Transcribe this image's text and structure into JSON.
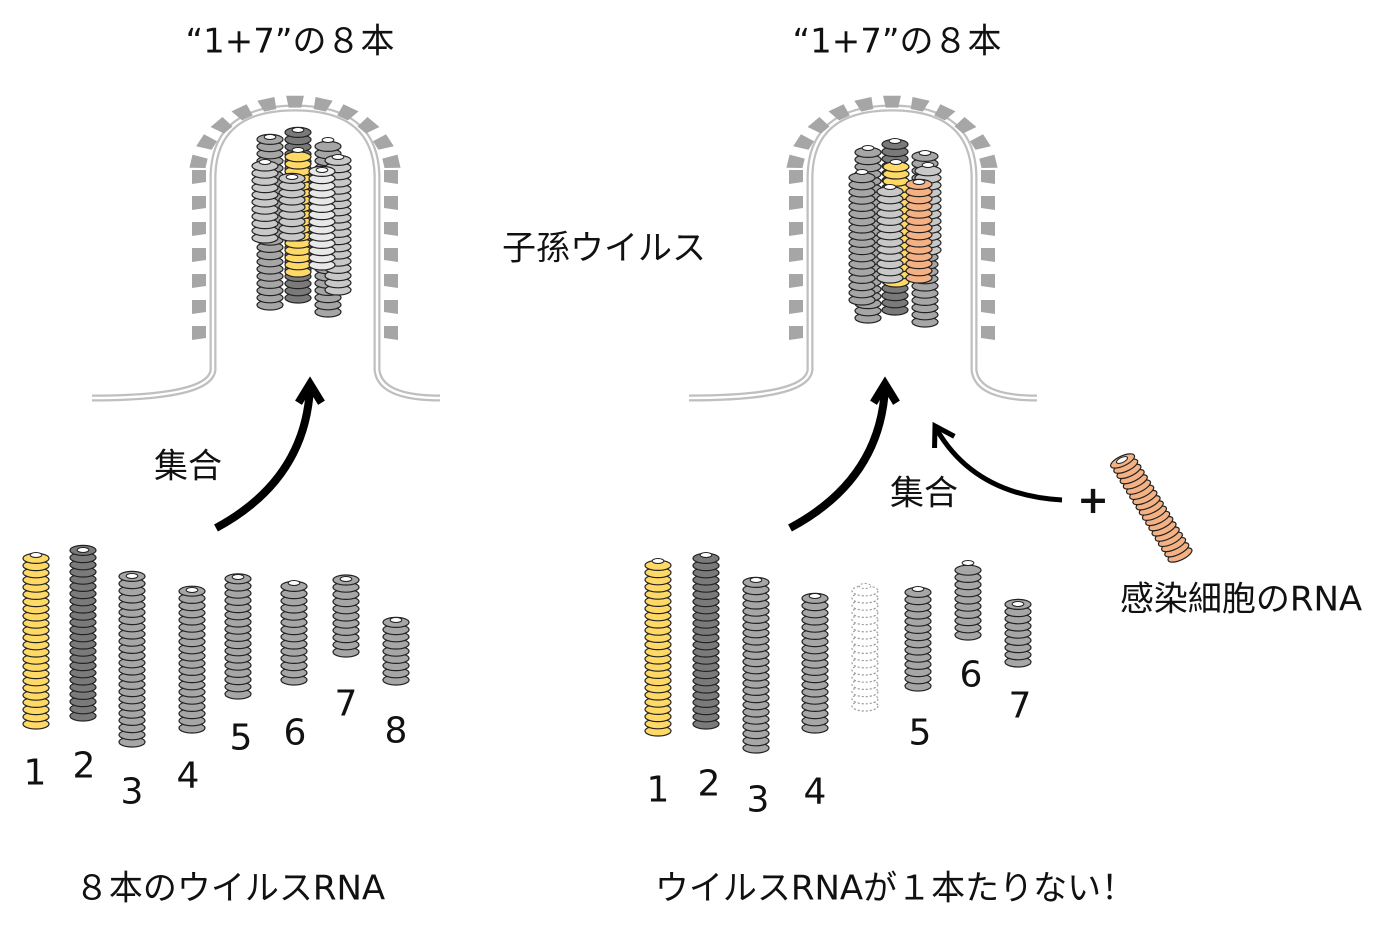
{
  "left_panel": {
    "title": "“1+7”の８本",
    "assembly_label": "集合",
    "segment_numbers": [
      "1",
      "2",
      "3",
      "4",
      "5",
      "6",
      "7",
      "8"
    ],
    "caption": "８本のウイルスRNA"
  },
  "center_label": "子孫ウイルス",
  "right_panel": {
    "title": "“1+7”の８本",
    "assembly_label": "集合",
    "plus_sign": "+",
    "host_rna_label": "感染細胞のRNA",
    "segment_numbers": [
      "1",
      "2",
      "3",
      "4",
      "5",
      "6",
      "7"
    ],
    "caption": "ウイルスRNAが１本たりない！"
  },
  "colors": {
    "yellow_segment": "#FFD966",
    "dark_segment": "#7A7A7A",
    "gray_segment": "#A6A6A6",
    "light_segment": "#C8C8C8",
    "white_segment": "#E8E8E8",
    "host_rna": "#F4B183",
    "membrane": "#BFBFBF",
    "spike": "#A6A6A6"
  }
}
